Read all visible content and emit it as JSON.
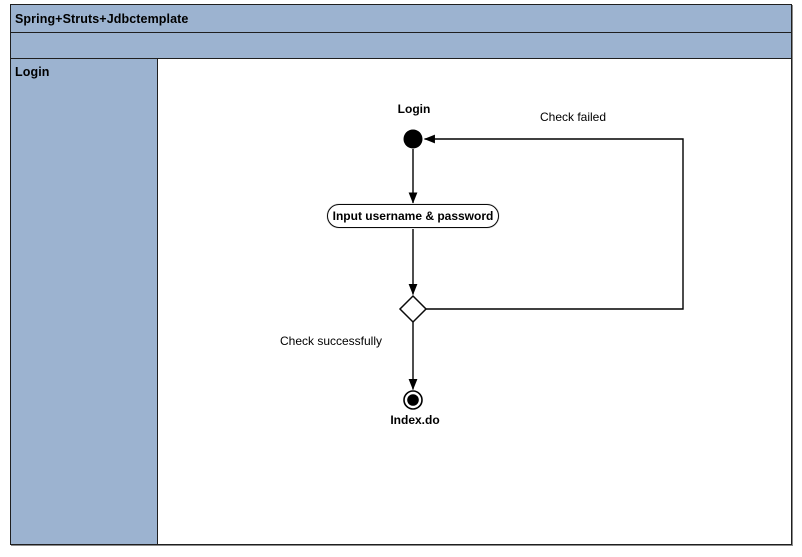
{
  "header": {
    "title": "Spring+Struts+Jdbctemplate"
  },
  "subheader": {
    "text": ""
  },
  "sidebar": {
    "label": "Login"
  },
  "diagram": {
    "type": "uml-activity",
    "start_label": "Login",
    "activity_label": "Input username & password",
    "fail_label": "Check failed",
    "success_label": "Check successfully",
    "end_label": "Index.do"
  },
  "colors": {
    "band_fill": "#9cb3d0",
    "border": "#1f1f1f",
    "canvas": "#ffffff",
    "line": "#000000"
  }
}
